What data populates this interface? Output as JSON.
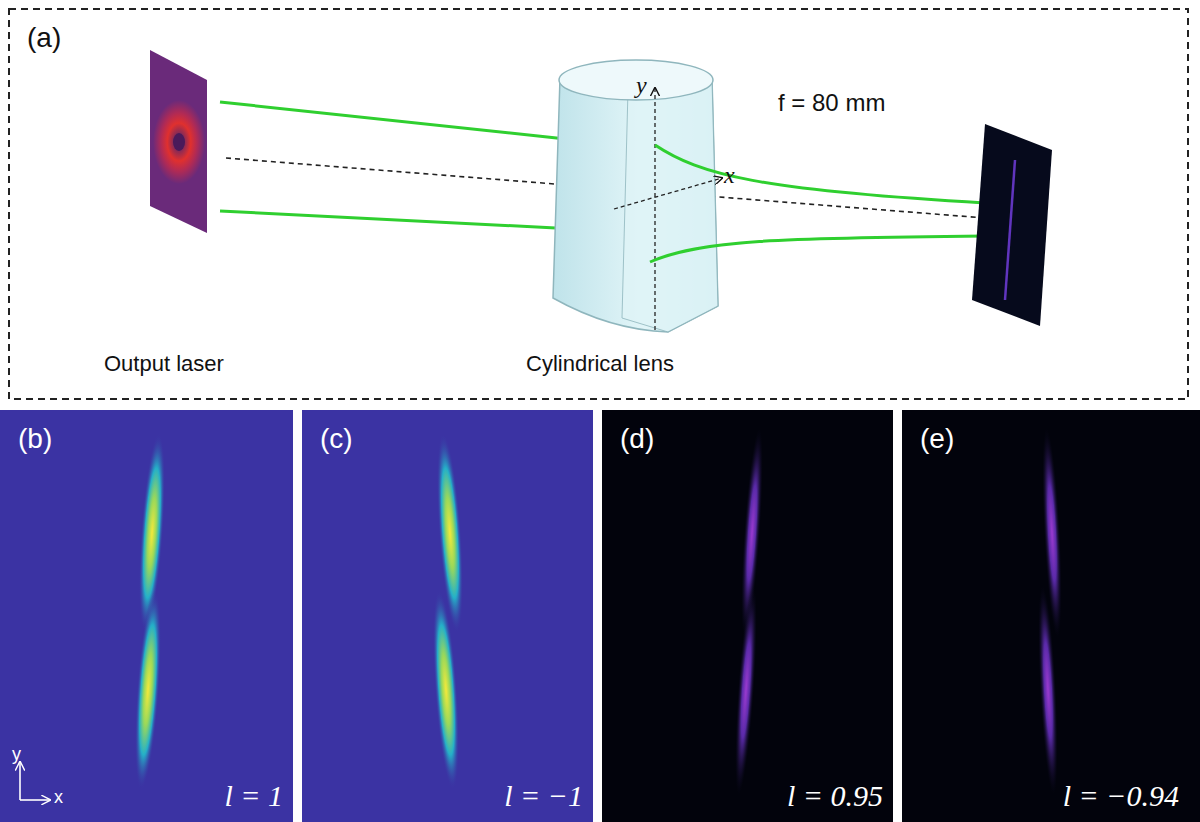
{
  "diagram": {
    "nodes": [
      {
        "text": [
          "(a)"
        ]
      },
      {
        "text": [
          "(b)",
          "y",
          "x",
          "l = 1"
        ]
      },
      {
        "text": [
          "(c)",
          "l = −1"
        ]
      },
      {
        "text": [
          "(d)",
          "l = 0.95"
        ]
      },
      {
        "text": [
          "(e)",
          "l = −0.94"
        ]
      }
    ],
    "labels": [
      "f = 80 mm",
      "y",
      "x",
      "Output laser",
      "Cylindrical lens"
    ]
  }
}
